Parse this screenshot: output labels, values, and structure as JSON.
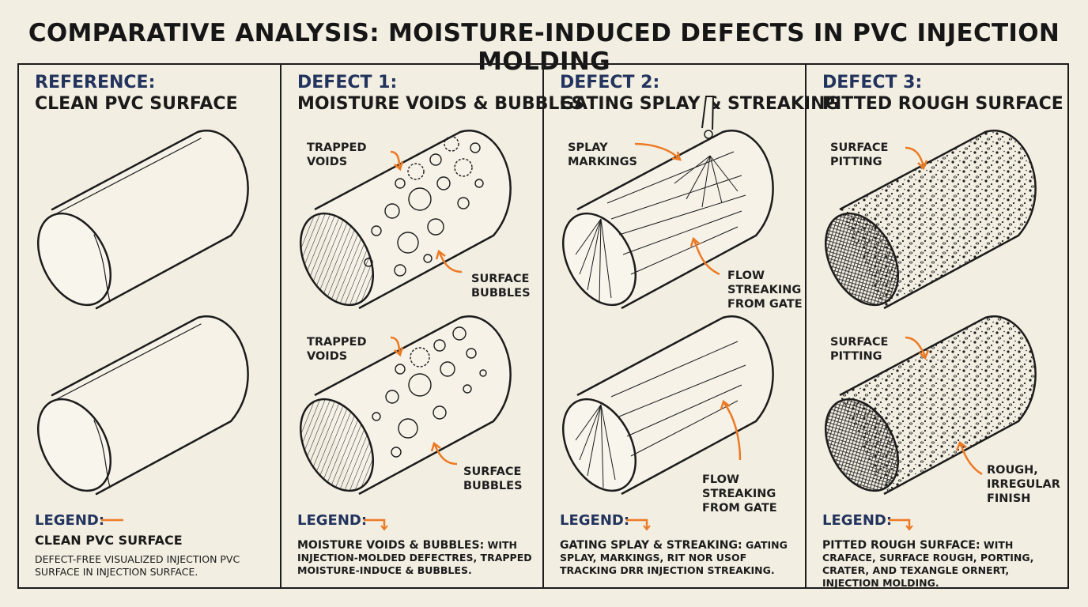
{
  "title": "COMPARATIVE ANALYSIS: MOISTURE-INDUCED DEFECTS IN PVC INJECTION MOLDING",
  "panels": [
    {
      "heading1": "REFERENCE:",
      "heading2": "CLEAN PVC SURFACE",
      "labels": [],
      "legend_heading": "LEGEND:",
      "legend_title": "CLEAN PVC SURFACE",
      "legend_desc": "DEFECT-FREE VISUALIZED INJECTION PVC SURFACE IN INJECTION SURFACE."
    },
    {
      "heading1": "DEFECT 1:",
      "heading2": "MOISTURE VOIDS & BUBBLES",
      "labels": [
        {
          "l1": "TRAPPED",
          "l2": "VOIDS"
        },
        {
          "l1": "SURFACE",
          "l2": "BUBBLES"
        },
        {
          "l1": "TRAPPED",
          "l2": "VOIDS"
        },
        {
          "l1": "SURFACE",
          "l2": "BUBBLES"
        }
      ],
      "legend_heading": "LEGEND:",
      "legend_title": "MOISTURE VOIDS & BUBBLES:",
      "legend_desc": "WITH INJECTION-MOLDED DEFECTRES, TRAPPED MOISTURE-INDUCE & BUBBLES."
    },
    {
      "heading1": "DEFECT 2:",
      "heading2": "GATING SPLAY & STREAKING",
      "labels": [
        {
          "l1": "SPLAY",
          "l2": "MARKINGS"
        },
        {
          "l1": "FLOW",
          "l2": "STREAKING",
          "l3": "FROM GATE"
        },
        {
          "l1": "FLOW STREAKING",
          "l2": "FROM GATE"
        }
      ],
      "legend_heading": "LEGEND:",
      "legend_title": "GATING SPLAY & STREAKING:",
      "legend_desc": "GATING SPLAY, MARKINGS, RIT NOR USOF TRACKING DRR INJECTION STREAKING."
    },
    {
      "heading1": "DEFECT 3:",
      "heading2": "PITTED ROUGH SURFACE",
      "labels": [
        {
          "l1": "SURFACE",
          "l2": "PITTING"
        },
        {
          "l1": "SURFACE",
          "l2": "PITTING"
        },
        {
          "l1": "ROUGH,",
          "l2": "IRREGULAR",
          "l3": "FINISH"
        }
      ],
      "legend_heading": "LEGEND:",
      "legend_title": "PITTED ROUGH SURFACE:",
      "legend_desc": "WITH CRAFACE, SURFACE ROUGH, PORTING, CRATER, AND TEXANGLE ORNERT, INJECTION MOLDING."
    }
  ],
  "colors": {
    "background": "#f3eee2",
    "heading_blue": "#22345e",
    "arrow_orange": "#ec7a24",
    "ink": "#1c1c1c"
  }
}
